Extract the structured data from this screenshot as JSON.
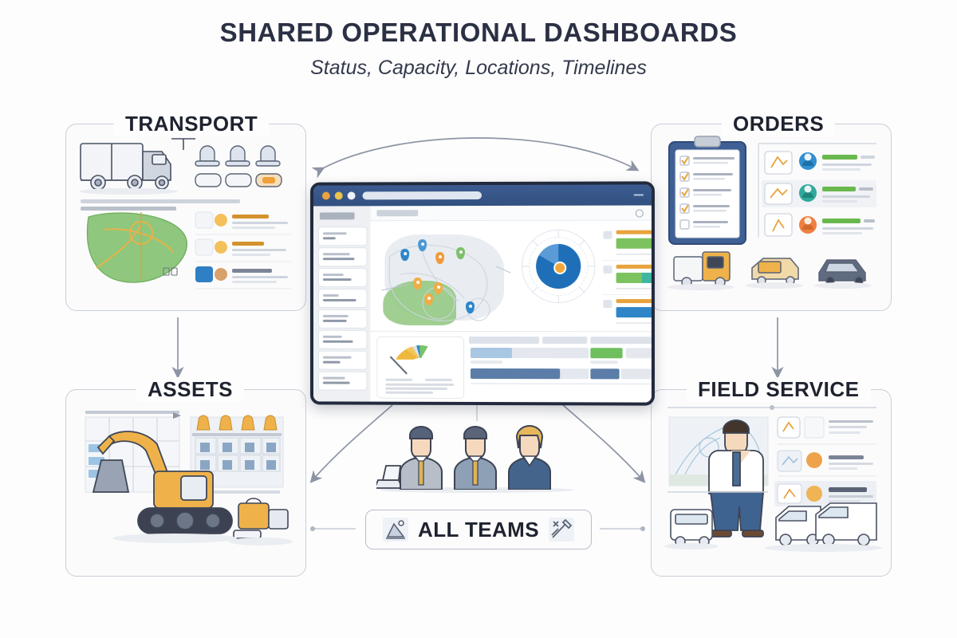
{
  "header": {
    "title": "SHARED OPERATIONAL DASHBOARDS",
    "subtitle": "Status, Capacity, Locations, Timelines"
  },
  "panels": [
    {
      "id": "transport",
      "label": "TRANSPORT"
    },
    {
      "id": "orders",
      "label": "ORDERS"
    },
    {
      "id": "assets",
      "label": "ASSETS"
    },
    {
      "id": "field_service",
      "label": "FIELD SERVICE"
    }
  ],
  "center": {
    "all_teams_label": "ALL TEAMS",
    "left_icon": "drafting-sketch-icon",
    "right_icon": "tools-sketch-icon",
    "people_count": 3
  },
  "dashboard": {
    "window_chrome": {
      "traffic_lights": [
        "orange-dot",
        "yellow-dot",
        "white-dot"
      ],
      "url_bar": "address-bar-placeholder",
      "menu_icon": "menu-icon"
    },
    "sidebar": {
      "logo": "app-logo",
      "item_count": 8
    },
    "toolbar": {
      "breadcrumb": "breadcrumb-pill",
      "settings_icon": "gear-icon"
    },
    "map": {
      "title": "map-panel",
      "pins": [
        {
          "color": "#2e86c8"
        },
        {
          "color": "#4a97d2"
        },
        {
          "color": "#ef9a3c"
        },
        {
          "color": "#efae45"
        },
        {
          "color": "#efae45"
        },
        {
          "color": "#efae45"
        },
        {
          "color": "#7fbf6a"
        },
        {
          "color": "#2e86c8"
        }
      ]
    },
    "donut": {
      "name": "radial-capacity-chart",
      "primary": "#1e6fb8",
      "accent": "#f0a63a"
    },
    "progress_bars": [
      {
        "percent": 75,
        "color": "#7cc35f",
        "segments": [
          {
            "percent": 75,
            "color": "#7cc35f"
          }
        ]
      },
      {
        "percent": 72,
        "color": "#7cc35f",
        "segments": [
          {
            "percent": 30,
            "color": "#7cc35f"
          },
          {
            "percent": 18,
            "color": "#3eb6a0"
          },
          {
            "percent": 24,
            "color": "#2e86c8"
          }
        ]
      },
      {
        "percent": 62,
        "color": "#2e86c8",
        "segments": [
          {
            "percent": 62,
            "color": "#2e86c8"
          }
        ]
      }
    ],
    "gauge": {
      "name": "utilization-gauge",
      "colors": [
        "#efb73c",
        "#2e86c8",
        "#79c36a"
      ]
    },
    "gantt": {
      "name": "timeline-table",
      "rows": [
        {
          "offset": 2,
          "width": 52,
          "color": "#a9c6e2"
        },
        {
          "offset": 2,
          "width": 62,
          "color": "#5b7da8"
        },
        {
          "offset": 58,
          "width": 40,
          "color": "#6fbf5f"
        },
        {
          "offset": 58,
          "width": 36,
          "color": "#5b7da8"
        },
        {
          "offset": 100,
          "width": 22,
          "color": "#efb04a"
        },
        {
          "offset": 100,
          "width": 26,
          "color": "#efb04a"
        }
      ]
    }
  },
  "colors": {
    "title": "#2b3044",
    "panel_border": "#c9ced8",
    "background": "#fdfdfd",
    "window_titlebar": "#32507f",
    "arrow": "#8d95a5",
    "accent_orange": "#e8a33d",
    "accent_green": "#7cc35f",
    "accent_blue": "#2e86c8"
  }
}
